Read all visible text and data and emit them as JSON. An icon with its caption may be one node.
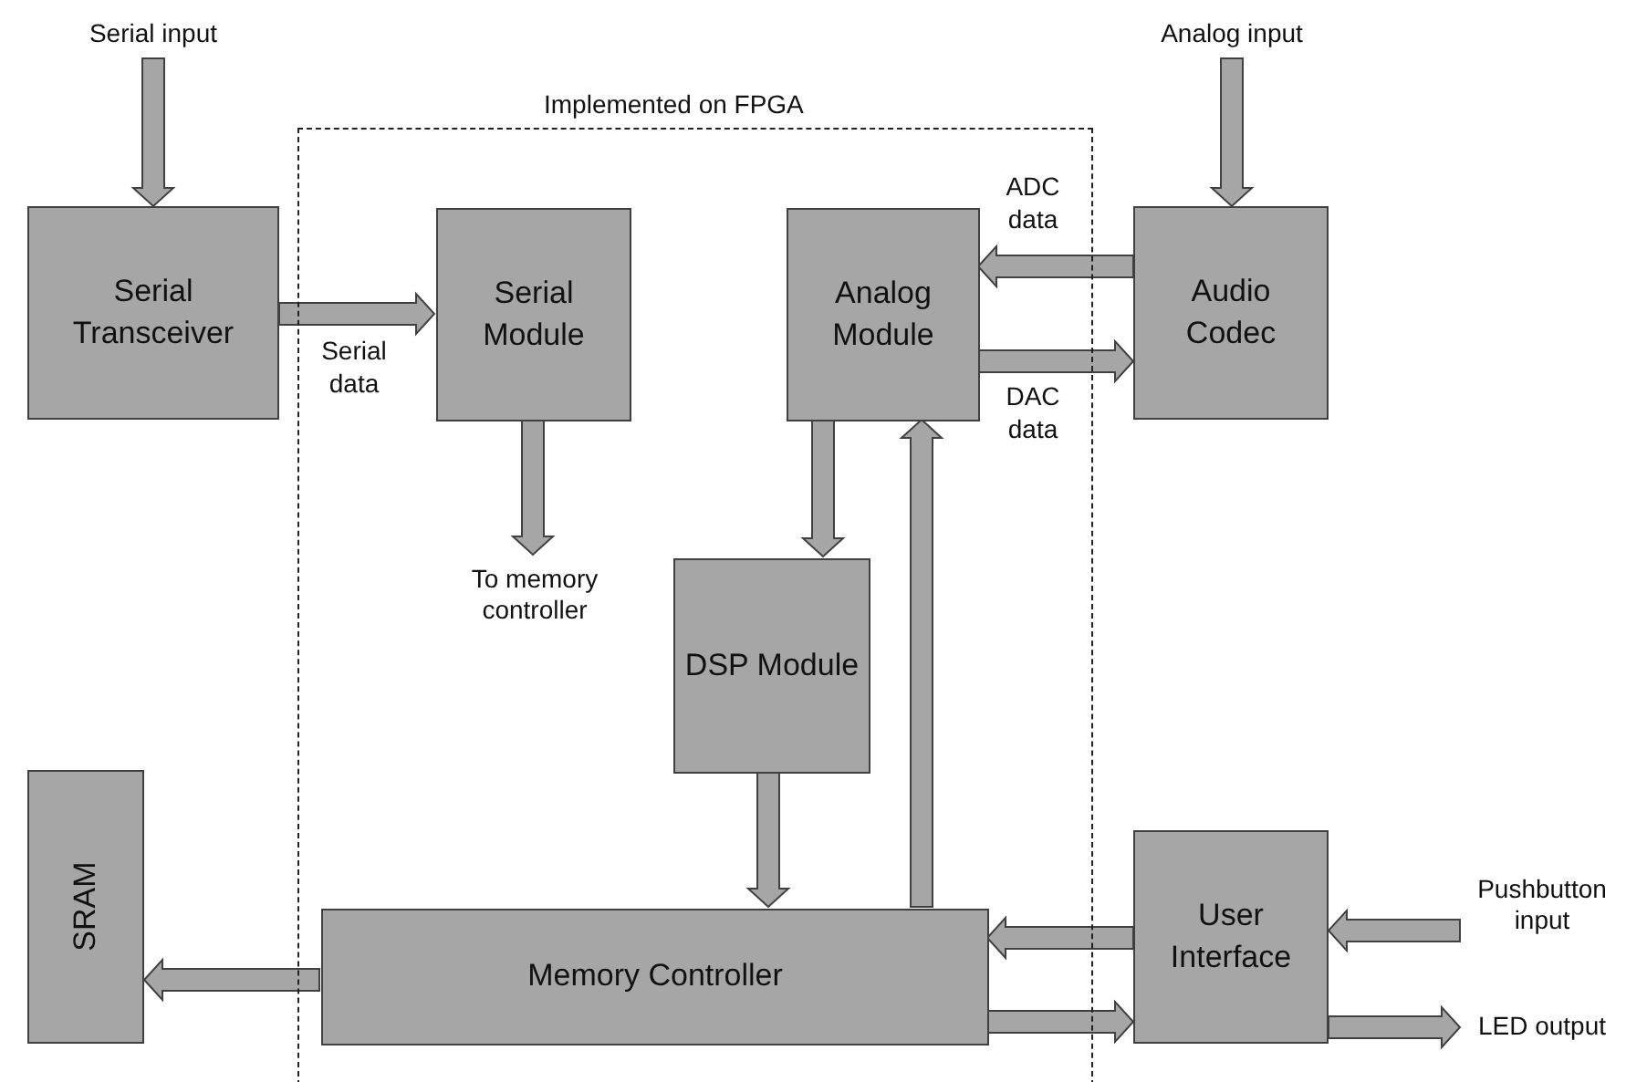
{
  "diagram": {
    "nodes": [
      {
        "text": [
          "Implemented on FPGA"
        ]
      },
      {
        "text": [
          "Serial input"
        ]
      },
      {
        "text": [
          "Serial Transceiver"
        ]
      },
      {
        "text": [
          "Serial Module"
        ],
        "in": 0
      },
      {
        "text": [
          "Analog Module"
        ],
        "in": 0
      },
      {
        "text": [
          "Analog input"
        ]
      },
      {
        "text": [
          "Audio Codec"
        ]
      },
      {
        "text": [
          "To memory controller"
        ],
        "in": 0
      },
      {
        "text": [
          "DSP Module"
        ],
        "in": 0
      },
      {
        "text": [
          "SRAM"
        ]
      },
      {
        "text": [
          "Memory Controller"
        ],
        "in": 0
      },
      {
        "text": [
          "User Interface"
        ]
      },
      {
        "text": [
          "Pushbutton input"
        ]
      },
      {
        "text": [
          "LED output"
        ]
      }
    ],
    "edges": [
      {
        "from": 1,
        "to": 2,
        "arrow": "to"
      },
      {
        "from": 2,
        "to": 3,
        "arrow": "to",
        "label": "Serial data"
      },
      {
        "from": 3,
        "to": 7,
        "arrow": "to"
      },
      {
        "from": 6,
        "to": 4,
        "arrow": "to",
        "label": "ADC data"
      },
      {
        "from": 4,
        "to": 6,
        "arrow": "to",
        "label": "DAC data"
      },
      {
        "from": 4,
        "to": 8,
        "arrow": "to"
      },
      {
        "from": 10,
        "to": 4,
        "arrow": "to"
      },
      {
        "from": 8,
        "to": 10,
        "arrow": "to"
      },
      {
        "from": 10,
        "to": 9,
        "arrow": "to"
      },
      {
        "from": 11,
        "to": 10,
        "arrow": "to"
      },
      {
        "from": 10,
        "to": 11,
        "arrow": "to"
      },
      {
        "from": 12,
        "to": 11,
        "arrow": "to"
      },
      {
        "from": 11,
        "to": 13,
        "arrow": "to"
      },
      {
        "from": 5,
        "to": 6,
        "arrow": "to"
      }
    ]
  }
}
